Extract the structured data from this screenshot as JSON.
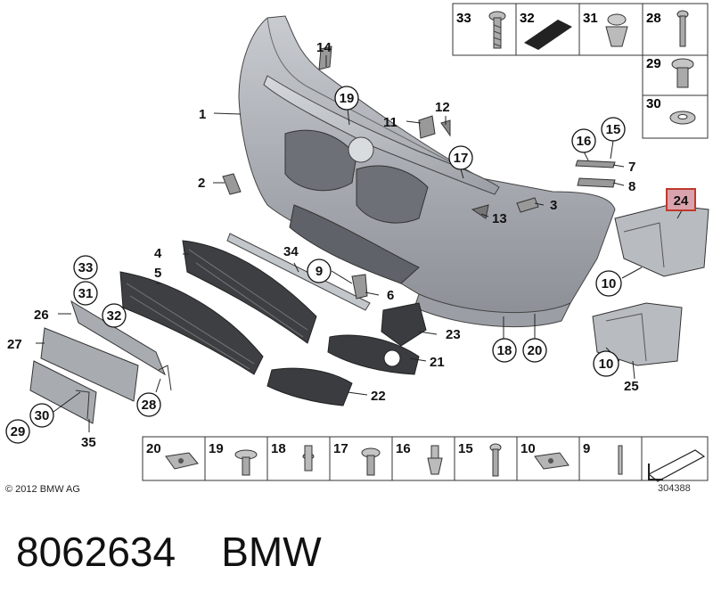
{
  "diagram": {
    "copyright": "© 2012 BMW AG",
    "reference_number": "304388",
    "part_number": "8062634",
    "brand": "BMW",
    "highlighted_callout": "24"
  },
  "callouts": {
    "c1": "1",
    "c2": "2",
    "c3": "3",
    "c4": "4",
    "c5": "5",
    "c6": "6",
    "c7": "7",
    "c8": "8",
    "c9": "9",
    "c10a": "10",
    "c10b": "10",
    "c11": "11",
    "c12": "12",
    "c13": "13",
    "c14": "14",
    "c15": "15",
    "c16": "16",
    "c17": "17",
    "c18": "18",
    "c19": "19",
    "c20": "20",
    "c21": "21",
    "c22": "22",
    "c23": "23",
    "c24": "24",
    "c25": "25",
    "c26": "26",
    "c27": "27",
    "c29": "29",
    "c28": "28",
    "c30": "30",
    "c31": "31",
    "c32": "32",
    "c33": "33",
    "c34": "34",
    "c35": "35"
  },
  "top_fasteners": {
    "cells": [
      "33",
      "32",
      "31",
      "28"
    ],
    "side_cells": [
      "29",
      "30"
    ]
  },
  "bottom_fasteners": {
    "cells": [
      "20",
      "19",
      "18",
      "17",
      "16",
      "15",
      "10",
      "9"
    ]
  }
}
